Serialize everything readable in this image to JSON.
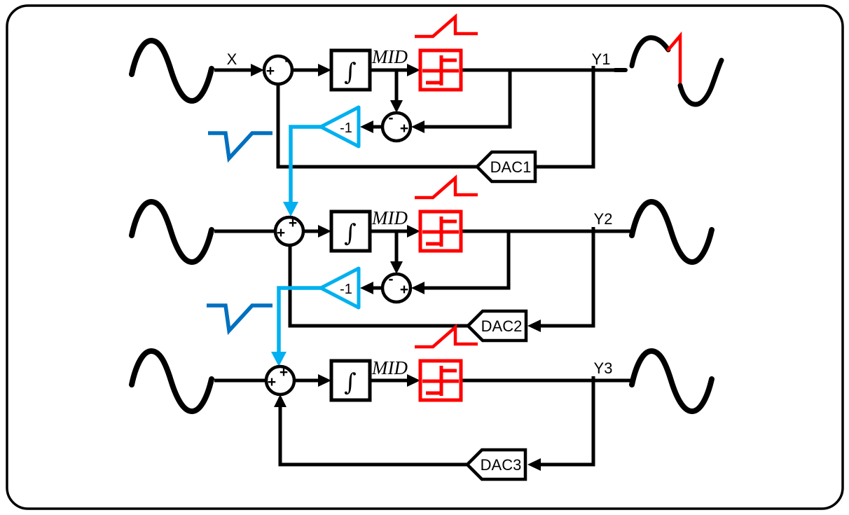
{
  "figure": {
    "type": "block-diagram",
    "stage_count": 3
  },
  "labels": {
    "input": "X",
    "mid": "MID",
    "integrator": "∫",
    "gain": "-1",
    "plus": "+",
    "minus": "-"
  },
  "stages": [
    {
      "output": "Y1",
      "dac": "DAC1"
    },
    {
      "output": "Y2",
      "dac": "DAC2"
    },
    {
      "output": "Y3",
      "dac": "DAC3"
    }
  ],
  "colors": {
    "line": "#000000",
    "accent_red": "#FF0000",
    "accent_cyan": "#00B0F0",
    "accent_blue": "#0070C0",
    "background": "#FFFFFF"
  }
}
